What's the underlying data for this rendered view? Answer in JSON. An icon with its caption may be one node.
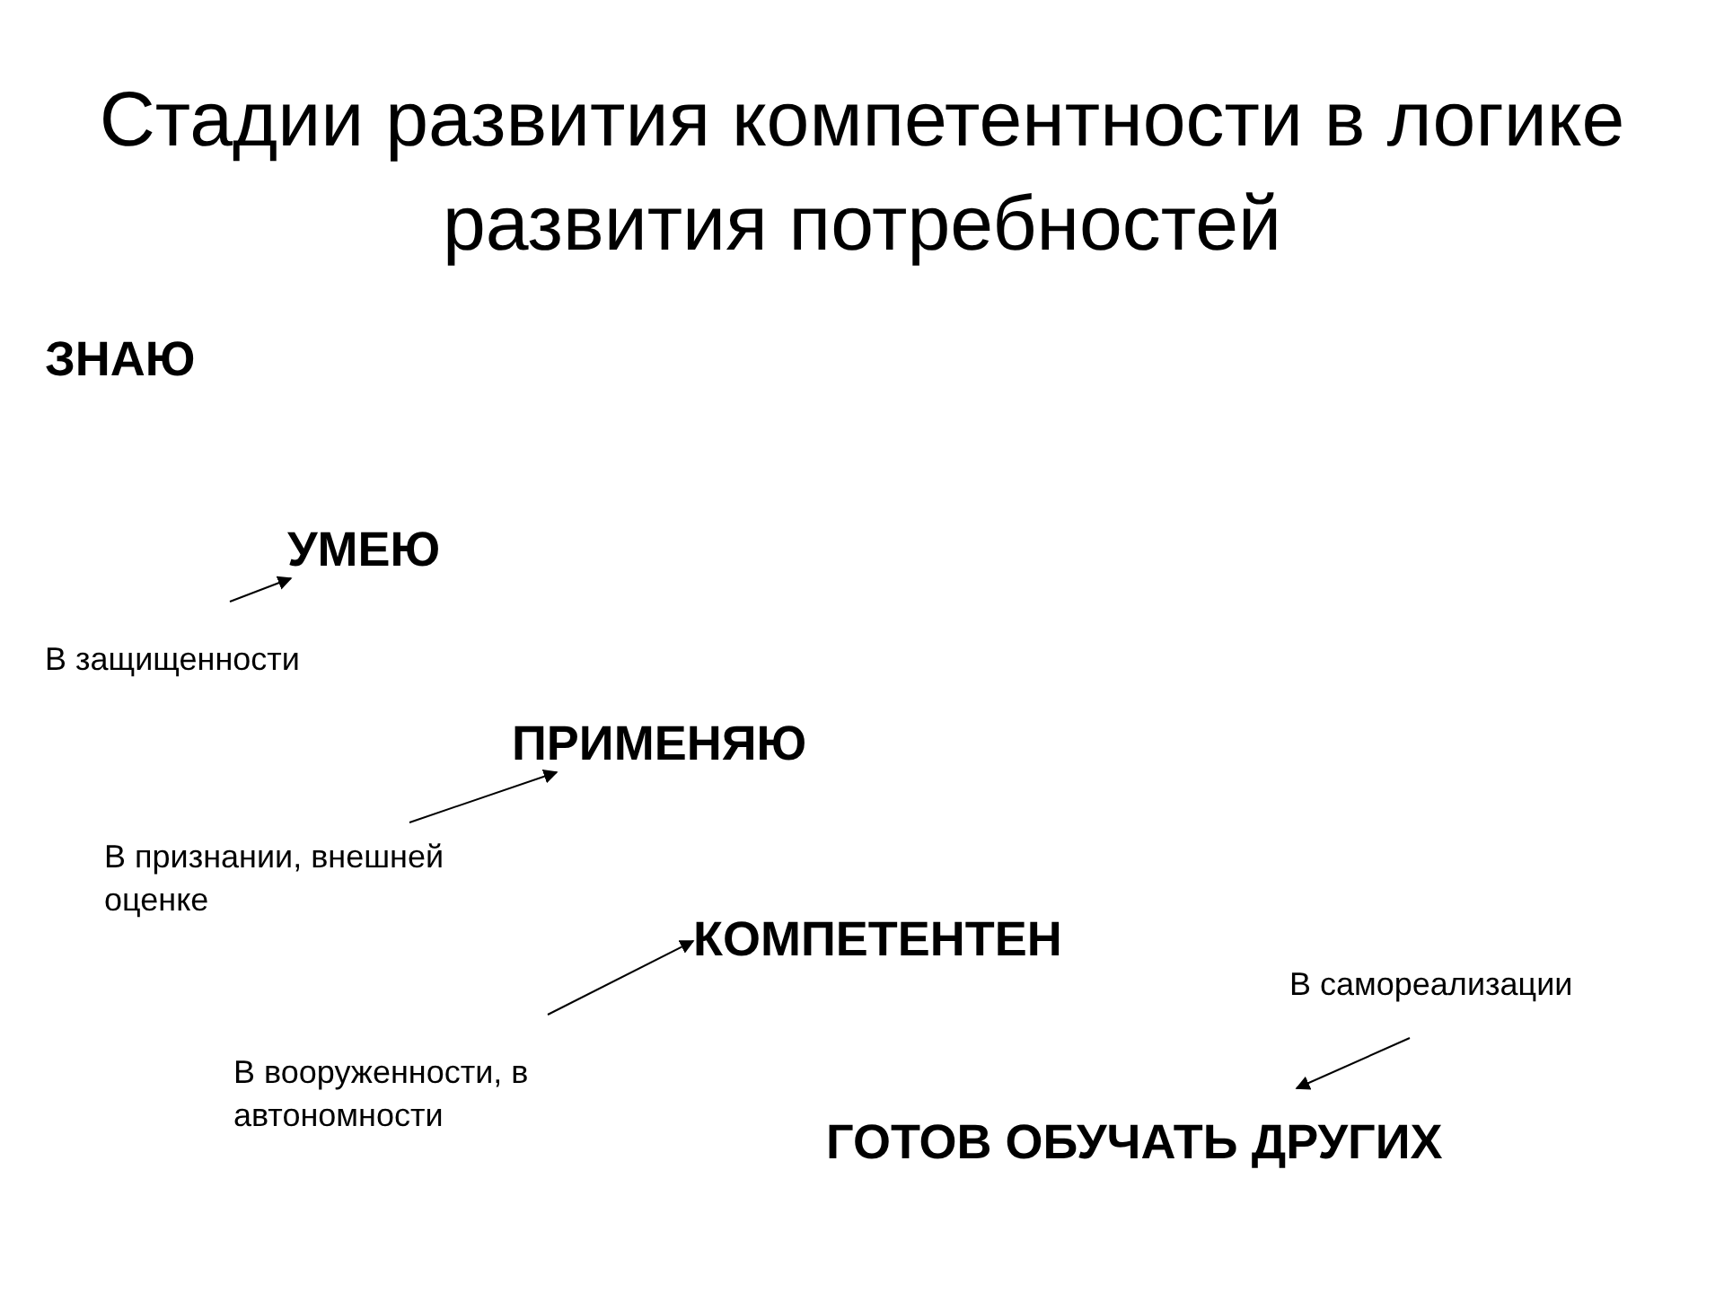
{
  "diagram": {
    "title": "Стадии развития компетентности в логике развития потребностей",
    "nodes": [
      {
        "text": [
          "ЗНАЮ"
        ]
      },
      {
        "text": [
          "УМЕЮ"
        ]
      },
      {
        "text": [
          "В защищенности"
        ]
      },
      {
        "text": [
          "ПРИМЕНЯЮ"
        ]
      },
      {
        "text": [
          "В признании, внешней оценке"
        ]
      },
      {
        "text": [
          "КОМПЕТЕНТЕН"
        ]
      },
      {
        "text": [
          "В самореализации"
        ]
      },
      {
        "text": [
          "В вооруженности, в автономности"
        ]
      },
      {
        "text": [
          "ГОТОВ ОБУЧАТЬ ДРУГИХ"
        ]
      }
    ],
    "edges": [
      {
        "from": 2,
        "to": 1,
        "arrow": "to"
      },
      {
        "from": 4,
        "to": 3,
        "arrow": "to"
      },
      {
        "from": 7,
        "to": 5,
        "arrow": "to"
      },
      {
        "from": 6,
        "to": 8,
        "arrow": "to"
      }
    ]
  }
}
